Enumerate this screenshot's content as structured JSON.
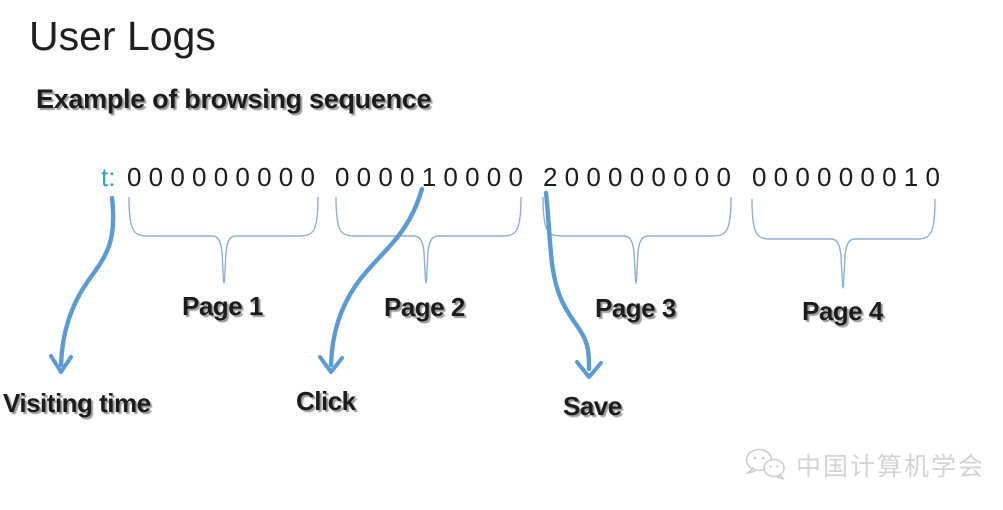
{
  "slide": {
    "title": "User Logs",
    "subtitle": "Example of browsing sequence",
    "sequence": {
      "prefix": "t:",
      "groups": [
        "0 0 0 0 0 0 0 0 0",
        "0 0 0 0 1 0 0 0 0",
        "2 0 0 0 0 0 0 0 0",
        "0 0 0 0 0 0 0 1 0"
      ]
    },
    "pages": [
      {
        "label": "Page 1"
      },
      {
        "label": "Page 2"
      },
      {
        "label": "Page 3"
      },
      {
        "label": "Page 4"
      }
    ],
    "callouts": [
      {
        "label": "Visiting time"
      },
      {
        "label": "Click"
      },
      {
        "label": "Save"
      }
    ],
    "colors": {
      "time_prefix": "#24a6da",
      "brace": "#8fafd8",
      "arrow": "#5b9bd5",
      "text": "#1c1c1c",
      "watermark": "#d3d3d3"
    }
  },
  "watermark": {
    "text": "中国计算机学会"
  }
}
